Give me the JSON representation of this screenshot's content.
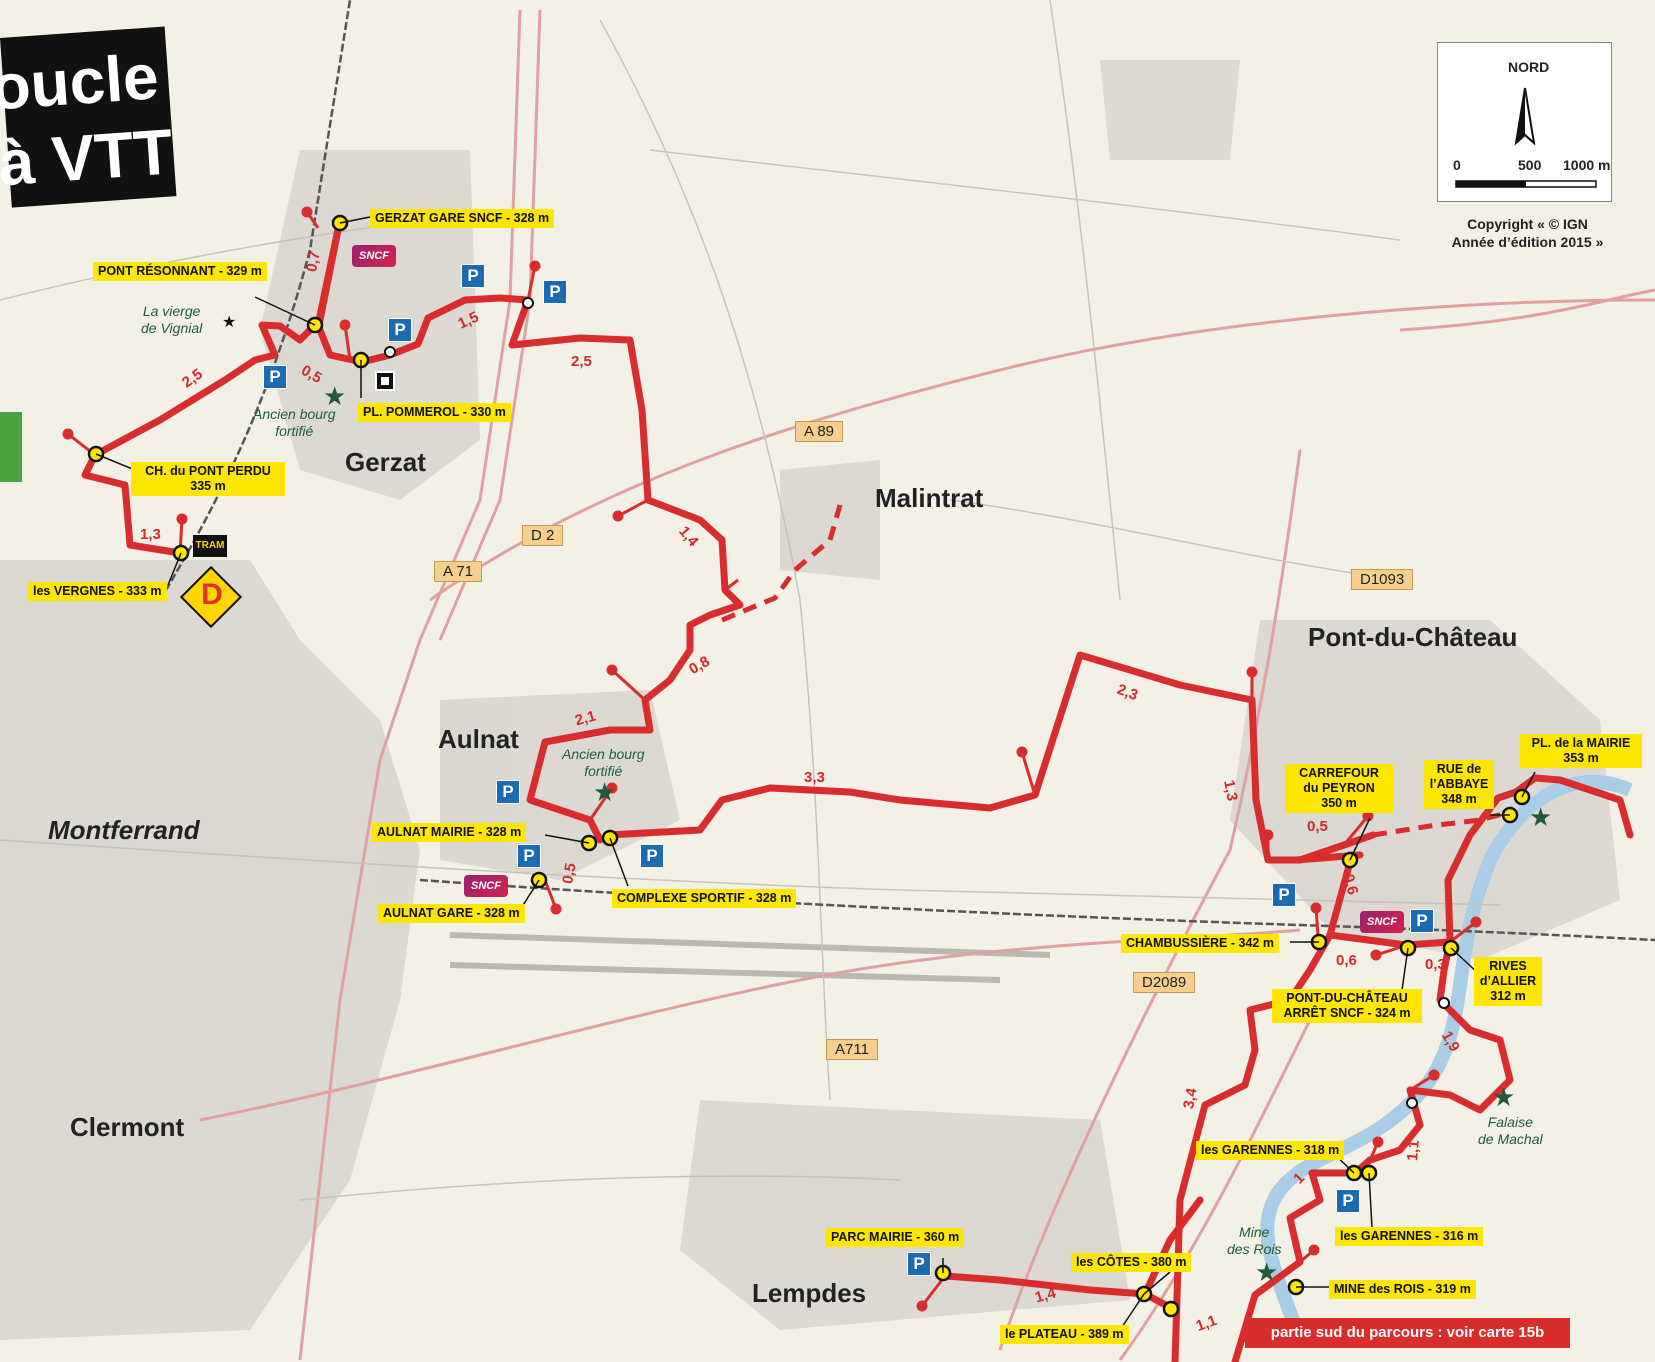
{
  "title": {
    "line1": "oucle",
    "line2": "à VTT"
  },
  "north": {
    "label": "NORD",
    "scale_labels": [
      "0",
      "500",
      "1000 m"
    ]
  },
  "copyright": {
    "line1": "Copyright « © IGN",
    "line2": "Année d’édition 2015 »"
  },
  "towns": {
    "gerzat": "Gerzat",
    "malintrat": "Malintrat",
    "pont_du_chateau": "Pont-du-Château",
    "aulnat": "Aulnat",
    "montferrand": "Montferrand",
    "clermont": "Clermont",
    "lempdes": "Lempdes"
  },
  "roads": {
    "a89": "A 89",
    "d2": "D 2",
    "a71": "A 71",
    "d1093": "D1093",
    "d2089": "D2089",
    "a711": "A711"
  },
  "waypoints": {
    "gerzat_gare": "GERZAT GARE SNCF - 328 m",
    "pont_resonnant": "PONT RÉSONNANT - 329 m",
    "pl_pommerol": "PL. POMMEROL - 330 m",
    "ch_pont_perdu": "CH. du PONT PERDU\n335 m",
    "les_vergnes": "les VERGNES - 333 m",
    "aulnat_mairie": "AULNAT MAIRIE - 328 m",
    "aulnat_gare": "AULNAT GARE - 328 m",
    "complexe_sportif": "COMPLEXE SPORTIF - 328 m",
    "carrefour_peyron": "CARREFOUR\ndu PEYRON\n350 m",
    "rue_abbaye": "RUE de\nl’ABBAYE\n348 m",
    "pl_mairie": "PL. de la MAIRIE\n353 m",
    "chambussiere": "CHAMBUSSIÈRE - 342 m",
    "pdc_arret": "PONT-DU-CHÂTEAU\nARRÊT SNCF - 324 m",
    "rives_allier": "RIVES\nd’ALLIER\n312 m",
    "garennes_318": "les GARENNES - 318 m",
    "garennes_316": "les GARENNES - 316 m",
    "mine_rois": "MINE des ROIS - 319 m",
    "parc_mairie": "PARC MAIRIE - 360 m",
    "les_cotes": "les CÔTES - 380 m",
    "le_plateau": "le PLATEAU - 389 m"
  },
  "pois": {
    "vierge": "La vierge\nde Vignial",
    "bourg_gerzat": "Ancien bourg\nfortifié",
    "bourg_aulnat": "Ancien bourg\nfortifié",
    "falaise": "Falaise\nde Machal",
    "mine": "Mine\ndes Rois"
  },
  "distances": [
    "0,7",
    "2,5",
    "0,5",
    "1,5",
    "2,5",
    "1,3",
    "1,4",
    "0,8",
    "2,1",
    "3,3",
    "2,3",
    "1,3",
    "0,5",
    "0,5",
    "0,6",
    "0,6",
    "0,3",
    "1,9",
    "1,1",
    "1",
    "3,4",
    "1,4",
    "1,1"
  ],
  "icons": {
    "parking": "P",
    "sncf": "SNCF",
    "tram": "TRAM",
    "depart": "D"
  },
  "south_note": "partie sud du parcours : voir carte 15b",
  "colors": {
    "route": "#d92d2d",
    "label_bg": "#ffe600",
    "parking": "#1b6ab4",
    "poi": "#1f5b3a"
  }
}
